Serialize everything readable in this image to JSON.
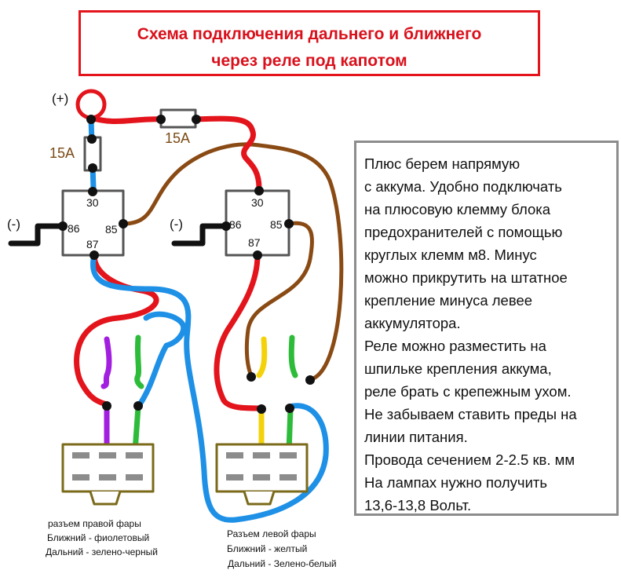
{
  "title": {
    "line1": "Схема подключения дальнего и ближнего",
    "line2": "через реле под капотом"
  },
  "colors": {
    "red": "#e3141b",
    "blue": "#1e90e6",
    "brown": "#8a4a14",
    "purple": "#a21fe0",
    "yellow": "#f4d20a",
    "green": "#2dbb3a",
    "relay": "#555555",
    "connector": "#7a6a1a"
  },
  "labels": {
    "plus": "(+)",
    "minus_left": "(-)",
    "minus_right": "(-)",
    "fuse_top": "15A",
    "fuse_left": "15A"
  },
  "relay_left": {
    "pin30": "30",
    "pin86": "86",
    "pin85": "85",
    "pin87": "87"
  },
  "relay_right": {
    "pin30": "30",
    "pin86": "86",
    "pin85": "85",
    "pin87": "87"
  },
  "caption_right": {
    "line1": "разъем правой фары",
    "line2": "Ближний - фиолетовый",
    "line3": "Дальний - зелено-черный"
  },
  "caption_left": {
    "line1": "Разъем левой фары",
    "line2": "Ближний - желтый",
    "line3": "Дальний - Зелено-белый"
  },
  "notes": [
    "Плюс берем напрямую",
    "с аккума. Удобно подключать",
    "на плюсовую клемму блока",
    "предохранителей с помощью",
    "круглых клемм м8. Минус",
    "можно прикрутить на штатное",
    "крепление минуса левее",
    "аккумулятора.",
    "Реле можно разместить на",
    "шпильке крепления аккума,",
    "реле брать с крепежным ухом.",
    "Не забываем ставить преды на",
    "линии питания.",
    "Провода сечением 2-2.5 кв. мм",
    "На лампах нужно получить",
    "13,6-13,8 Вольт."
  ]
}
